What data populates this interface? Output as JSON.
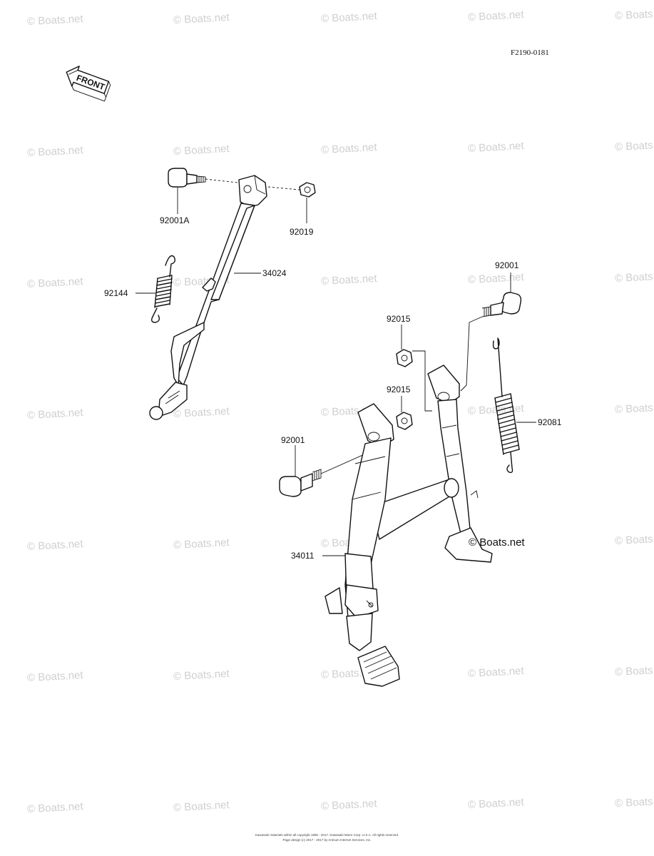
{
  "figure_code": "F2190-0181",
  "front_label": "FRONT",
  "watermark": "© Boats.net",
  "parts": {
    "bolt_sidestand": "92001A",
    "nut_sidestand": "92019",
    "sidestand": "34024",
    "spring_sidestand": "92144",
    "bolt_right": "92001",
    "nut_upper": "92015",
    "nut_lower": "92015",
    "spring_mainstand": "92081",
    "bolt_left": "92001",
    "mainstand": "34011"
  },
  "footer": {
    "line1": "Kawasaki materials within all copyright 1995 - 2017. Kawasaki Motor Corp. U.S.A. All rights reserved.",
    "line2": "Page design (c) 2017 - 2017 by Arimum Internet Services, Inc."
  }
}
